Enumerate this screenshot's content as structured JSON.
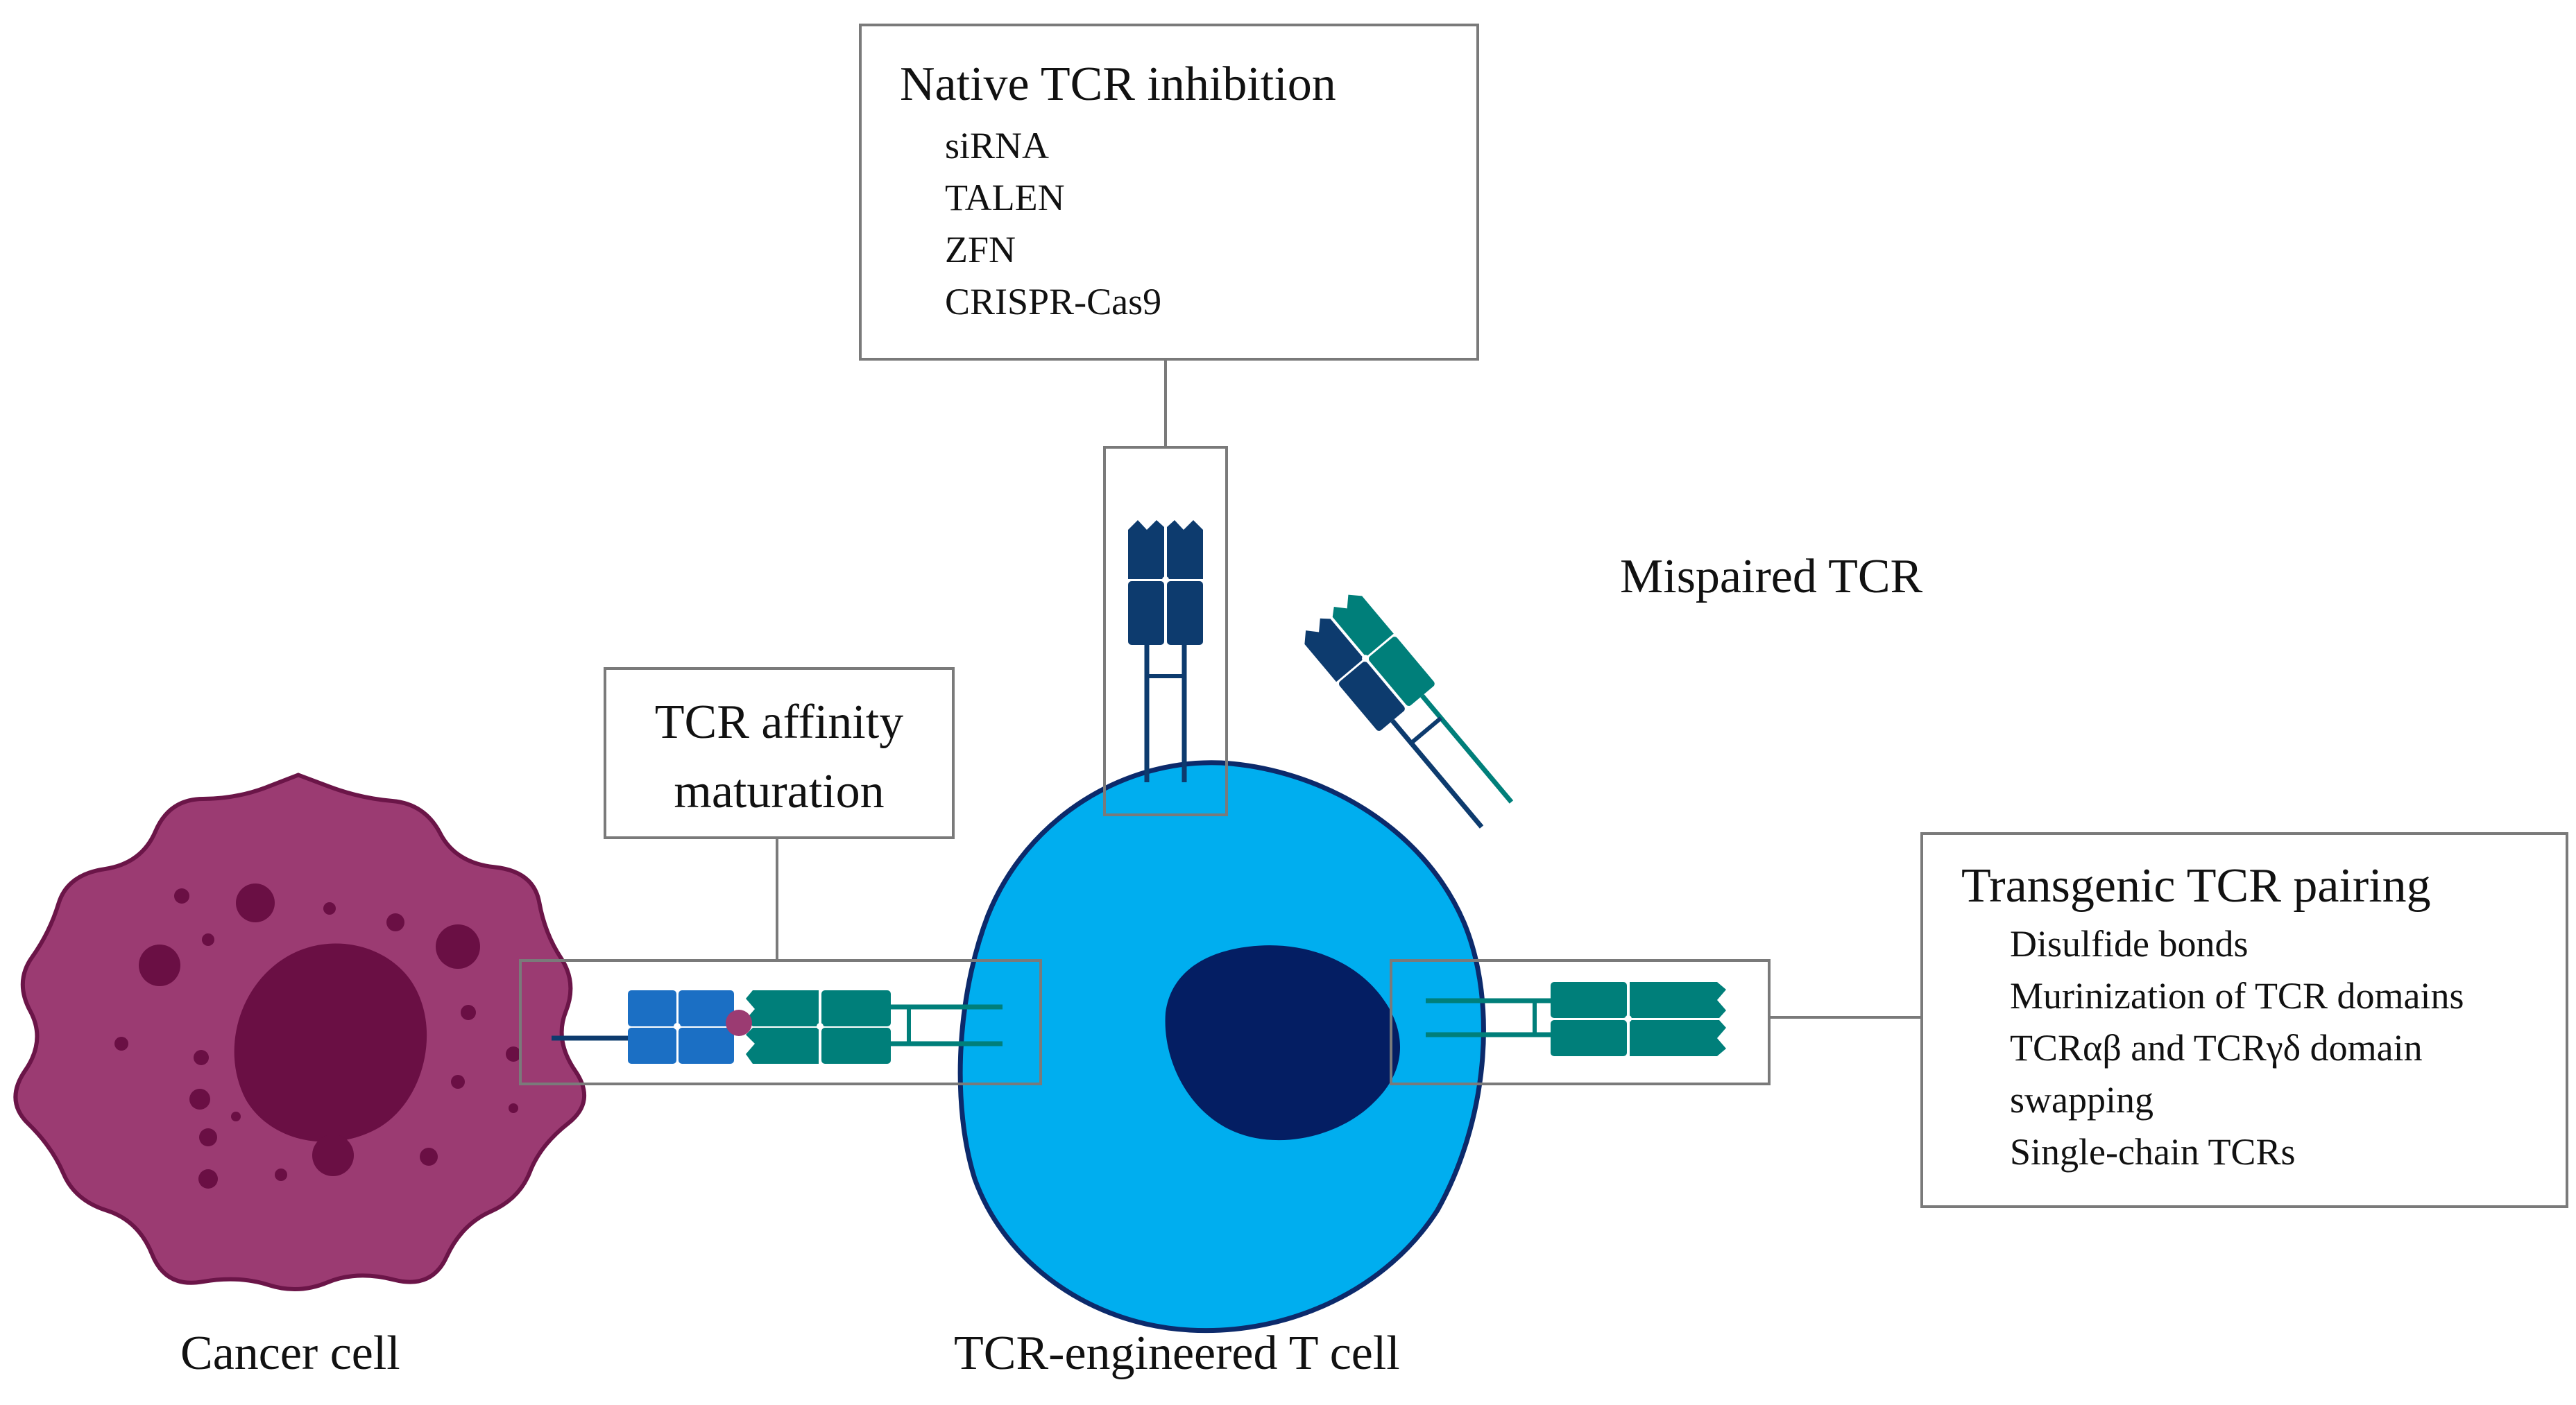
{
  "colors": {
    "cancer_cell": "#9b3b72",
    "cancer_cell_outline": "#6b1548",
    "cancer_nucleus": "#6a0f44",
    "t_cell": "#00aeef",
    "t_cell_outline": "#0c2a6b",
    "t_cell_nucleus": "#041e63",
    "tcr_dark_blue": "#0d3b6e",
    "tcr_teal": "#007f7a",
    "tcr_blue": "#1b6fc4",
    "antigen": "#9b3b72",
    "box_border": "#7a7a7a"
  },
  "native_inhibition": {
    "title": "Native TCR inhibition",
    "items": [
      "siRNA",
      "TALEN",
      "ZFN",
      "CRISPR-Cas9"
    ]
  },
  "affinity": {
    "line1": "TCR affinity",
    "line2": "maturation"
  },
  "mispaired": {
    "label": "Mispaired TCR"
  },
  "transgenic_pairing": {
    "title": "Transgenic TCR pairing",
    "items": [
      "Disulfide bonds",
      "Murinization of TCR domains",
      "TCRαβ and TCRγδ domain",
      "swapping",
      "Single-chain TCRs"
    ]
  },
  "captions": {
    "cancer_cell": "Cancer cell",
    "t_cell": "TCR-engineered T cell"
  }
}
